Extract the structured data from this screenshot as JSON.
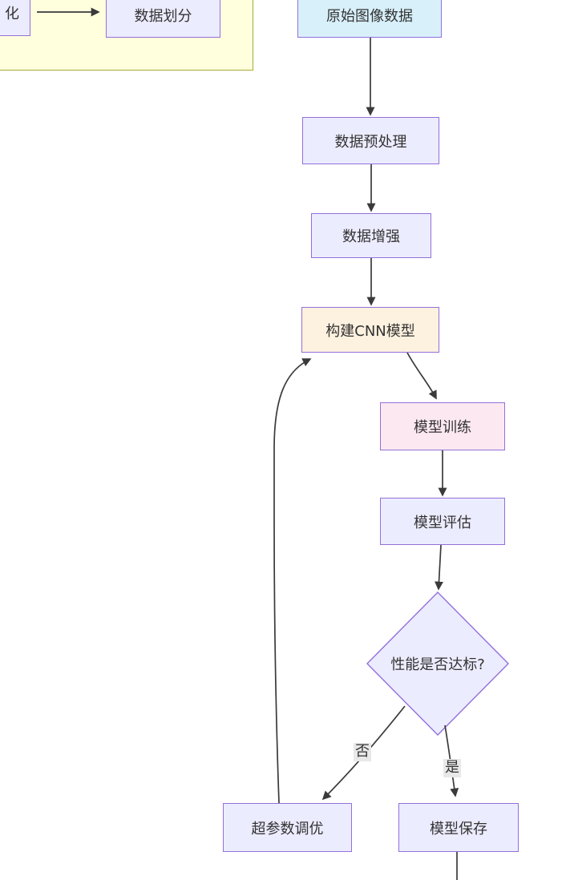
{
  "diagram": {
    "type": "flowchart",
    "direction": "top-down"
  },
  "colors": {
    "node_fill_default": "#ececff",
    "node_border": "#9370db",
    "raw_image_data_fill": "#d8f0fa",
    "build_cnn_fill": "#fdf1df",
    "model_training_fill": "#fce8f1",
    "subgraph_fill": "#ffffde",
    "subgraph_border": "#aaaa33",
    "edge_color": "#3a3a3a",
    "edge_label_background": "#e8e8e8",
    "text": "#333333"
  },
  "nodes": [
    {
      "label": "化",
      "fill": "#ececff",
      "shape": "rect"
    },
    {
      "label": "数据划分",
      "fill": "#ececff",
      "shape": "rect"
    },
    {
      "label": "原始图像数据",
      "fill": "#d8f0fa",
      "shape": "rect"
    },
    {
      "label": "数据预处理",
      "fill": "#ececff",
      "shape": "rect"
    },
    {
      "label": "数据增强",
      "fill": "#ececff",
      "shape": "rect"
    },
    {
      "label": "构建CNN模型",
      "fill": "#fdf1df",
      "shape": "rect"
    },
    {
      "label": "模型训练",
      "fill": "#fce8f1",
      "shape": "rect"
    },
    {
      "label": "模型评估",
      "fill": "#ececff",
      "shape": "rect"
    },
    {
      "label": "性能是否达标?",
      "fill": "#ececff",
      "shape": "diamond"
    },
    {
      "label": "超参数调优",
      "fill": "#ececff",
      "shape": "rect"
    },
    {
      "label": "模型保存",
      "fill": "#ececff",
      "shape": "rect"
    }
  ],
  "edges": [
    {
      "from": "化",
      "to": "数据划分",
      "label": ""
    },
    {
      "from": "原始图像数据",
      "to": "数据预处理",
      "label": ""
    },
    {
      "from": "数据预处理",
      "to": "数据增强",
      "label": ""
    },
    {
      "from": "数据增强",
      "to": "构建CNN模型",
      "label": ""
    },
    {
      "from": "构建CNN模型",
      "to": "模型训练",
      "label": ""
    },
    {
      "from": "模型训练",
      "to": "模型评估",
      "label": ""
    },
    {
      "from": "模型评估",
      "to": "性能是否达标?",
      "label": ""
    },
    {
      "from": "性能是否达标?",
      "to": "超参数调优",
      "label": "否"
    },
    {
      "from": "性能是否达标?",
      "to": "模型保存",
      "label": "是"
    },
    {
      "from": "超参数调优",
      "to": "构建CNN模型",
      "label": ""
    },
    {
      "from": "模型保存",
      "to": "",
      "label": ""
    }
  ]
}
